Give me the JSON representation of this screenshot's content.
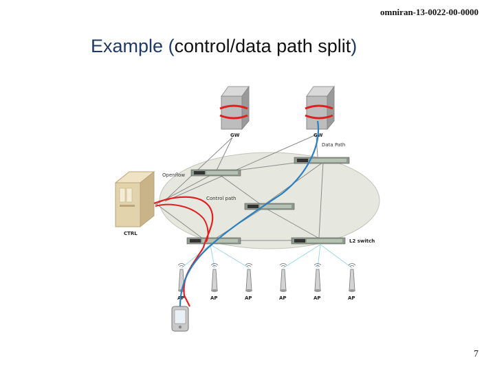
{
  "header": {
    "doc_id": "omniran-13-0022-00-0000"
  },
  "title": {
    "prefix": "Example ",
    "paren_open": "(",
    "text": "control/data path split",
    "paren_close": ")"
  },
  "footer": {
    "page_number": "7"
  },
  "diagram": {
    "gateway_labels": [
      "GW",
      "GW"
    ],
    "controller_label": "CTRL",
    "ap_labels": [
      "AP",
      "AP",
      "AP",
      "AP",
      "AP",
      "AP"
    ],
    "openflow_label": "Openflow",
    "data_path_label": "Data Path",
    "control_path_label": "Control path",
    "l2_switch_label": "L2 switch",
    "colors": {
      "data_path": "#2a7fc1",
      "control_path": "#e02020",
      "cloud": "#e6e8df",
      "links": "#8a8a8a",
      "wireless": "#9fd6e6"
    }
  }
}
